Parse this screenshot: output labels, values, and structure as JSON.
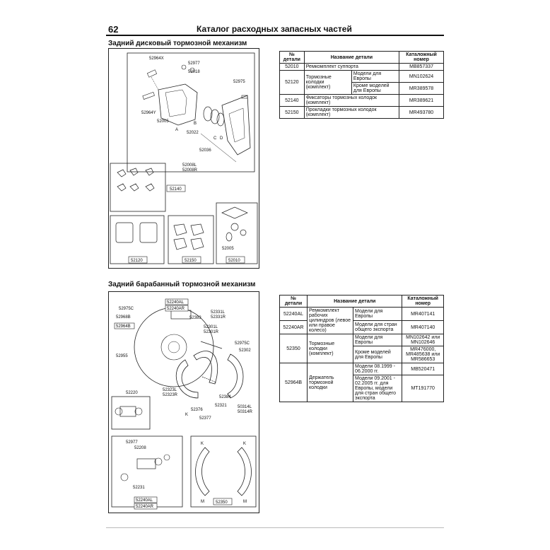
{
  "header": {
    "page_number": "62",
    "title": "Каталог расходных запасных частей"
  },
  "section1": {
    "title": "Задний дисковый тормозной механизм",
    "table": {
      "headers": {
        "num": "№ детали",
        "name": "Название детали",
        "catalog": "Каталожный номер"
      },
      "rows": [
        {
          "num": "52010",
          "name": "Ремкомплект суппорта",
          "variant": "",
          "catalog": "MB857337"
        },
        {
          "num": "52120",
          "name": "Тормозные колодки (комплект)",
          "variant": "Модели для Европы",
          "catalog": "MN102624"
        },
        {
          "num": "",
          "name": "",
          "variant": "Кроме моделей для Европы",
          "catalog": "MR389578"
        },
        {
          "num": "52140",
          "name": "Фиксаторы тормозных колодок (комплект)",
          "variant": "",
          "catalog": "MR389621"
        },
        {
          "num": "52150",
          "name": "Прокладки тормозных колодок (комплект)",
          "variant": "",
          "catalog": "MR493780"
        }
      ]
    },
    "diagram_labels": {
      "l1": "52964X",
      "l2": "52977",
      "l3": "52018",
      "l4": "52975",
      "l5": "52964Y",
      "l6": "52005",
      "l7": "52022",
      "l8": "52036",
      "l9": "52008L",
      "l10": "52008R",
      "box1": "52140",
      "box2": "52120",
      "box3": "52150",
      "box4": "52010",
      "l11": "52005",
      "a": "A",
      "b": "B",
      "c": "C",
      "d": "D"
    }
  },
  "section2": {
    "title": "Задний барабанный тормозной механизм",
    "table": {
      "headers": {
        "num": "№ детали",
        "name": "Название детали",
        "catalog": "Каталожный номер"
      },
      "rows": [
        {
          "num": "52240AL",
          "name": "Ремкомплект рабочих цилиндров (левое или правое колесо)",
          "variant": "Модели для Европы",
          "catalog": "MR407141"
        },
        {
          "num": "52240AR",
          "name": "",
          "variant": "Модели для стран общего экспорта",
          "catalog": "MR407140"
        },
        {
          "num": "52350",
          "name": "Тормозные колодки (комплект)",
          "variant": "Модели для Европы",
          "catalog": "MN102642 или MN102646"
        },
        {
          "num": "",
          "name": "",
          "variant": "Кроме моделей для Европы",
          "catalog": "MR476000, MR485638 или MR586653"
        },
        {
          "num": "52964B",
          "name": "Держатель тормозной колодки",
          "variant": "Модели 08.1999 - 06.2000 гг.",
          "catalog": "MB520471"
        },
        {
          "num": "",
          "name": "",
          "variant": "Модели 09.2001 - 02.2005 гг. для Европы, модели для стран общего экспорта",
          "catalog": "MT191770"
        }
      ]
    },
    "diagram_labels": {
      "l1": "52975C",
      "l2": "52968B",
      "box1": "52964B",
      "l3": "52955",
      "box2": "52240AL",
      "box3": "52240AR",
      "l4": "52383",
      "l5": "52331L",
      "l6": "52331R",
      "l7": "52301L",
      "l8": "52301R",
      "l9": "52975C",
      "l10": "52302",
      "l11": "52220",
      "l12": "52323L",
      "l13": "52323R",
      "l14": "52384",
      "l15": "52376",
      "l16": "52321",
      "l17": "52377",
      "l18": "50314L",
      "l19": "50314R",
      "l20": "52977",
      "l21": "52208",
      "l22": "52231",
      "box4": "52240AL",
      "box5": "52240AR",
      "box6": "52350",
      "k": "K",
      "m": "M"
    }
  }
}
